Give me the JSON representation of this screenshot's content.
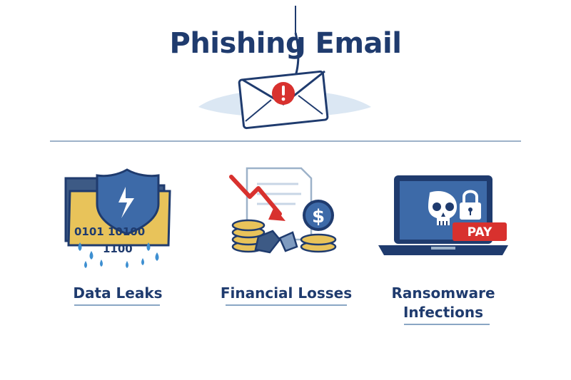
{
  "title": "Phishing Email",
  "items": [
    {
      "label_line1": "Data Leaks",
      "label_line2": "",
      "icon": "leaking-folder-shield-icon",
      "binary_line1": "0101 10100",
      "binary_line2": "1100"
    },
    {
      "label_line1": "Financial Losses",
      "label_line2": "",
      "icon": "falling-chart-coins-icon",
      "coin_symbol": "$"
    },
    {
      "label_line1": "Ransomware",
      "label_line2": "Infections",
      "icon": "locked-laptop-skull-icon",
      "badge": "PAY"
    }
  ],
  "colors": {
    "navy": "#1f3b6e",
    "blue": "#3d6aa8",
    "red": "#d8312e",
    "gold": "#e8c35a",
    "light_blue": "#dbe7f3",
    "line": "#9db2c9"
  }
}
